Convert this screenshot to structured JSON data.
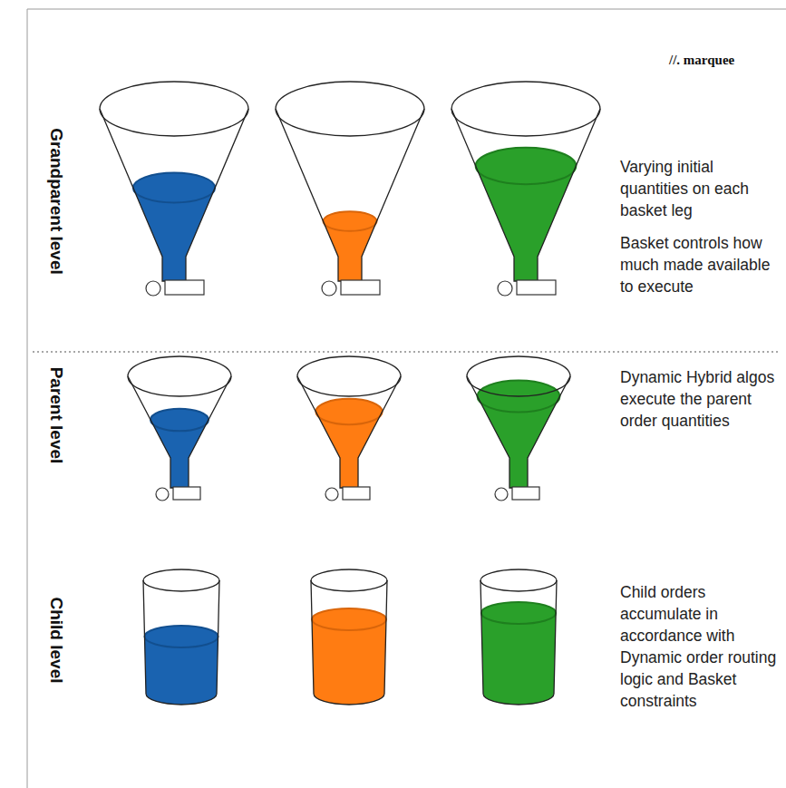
{
  "diagram": {
    "labels": [
      "//. marquee",
      "Grandparent level",
      "Varying initial quantities on each basket leg",
      "Basket controls how much made available to execute",
      "Parent level",
      "Dynamic Hybrid algos execute the parent order quantities",
      "Child level",
      "Child orders accumulate in accordance with Dynamic order routing logic and Basket constraints"
    ]
  }
}
